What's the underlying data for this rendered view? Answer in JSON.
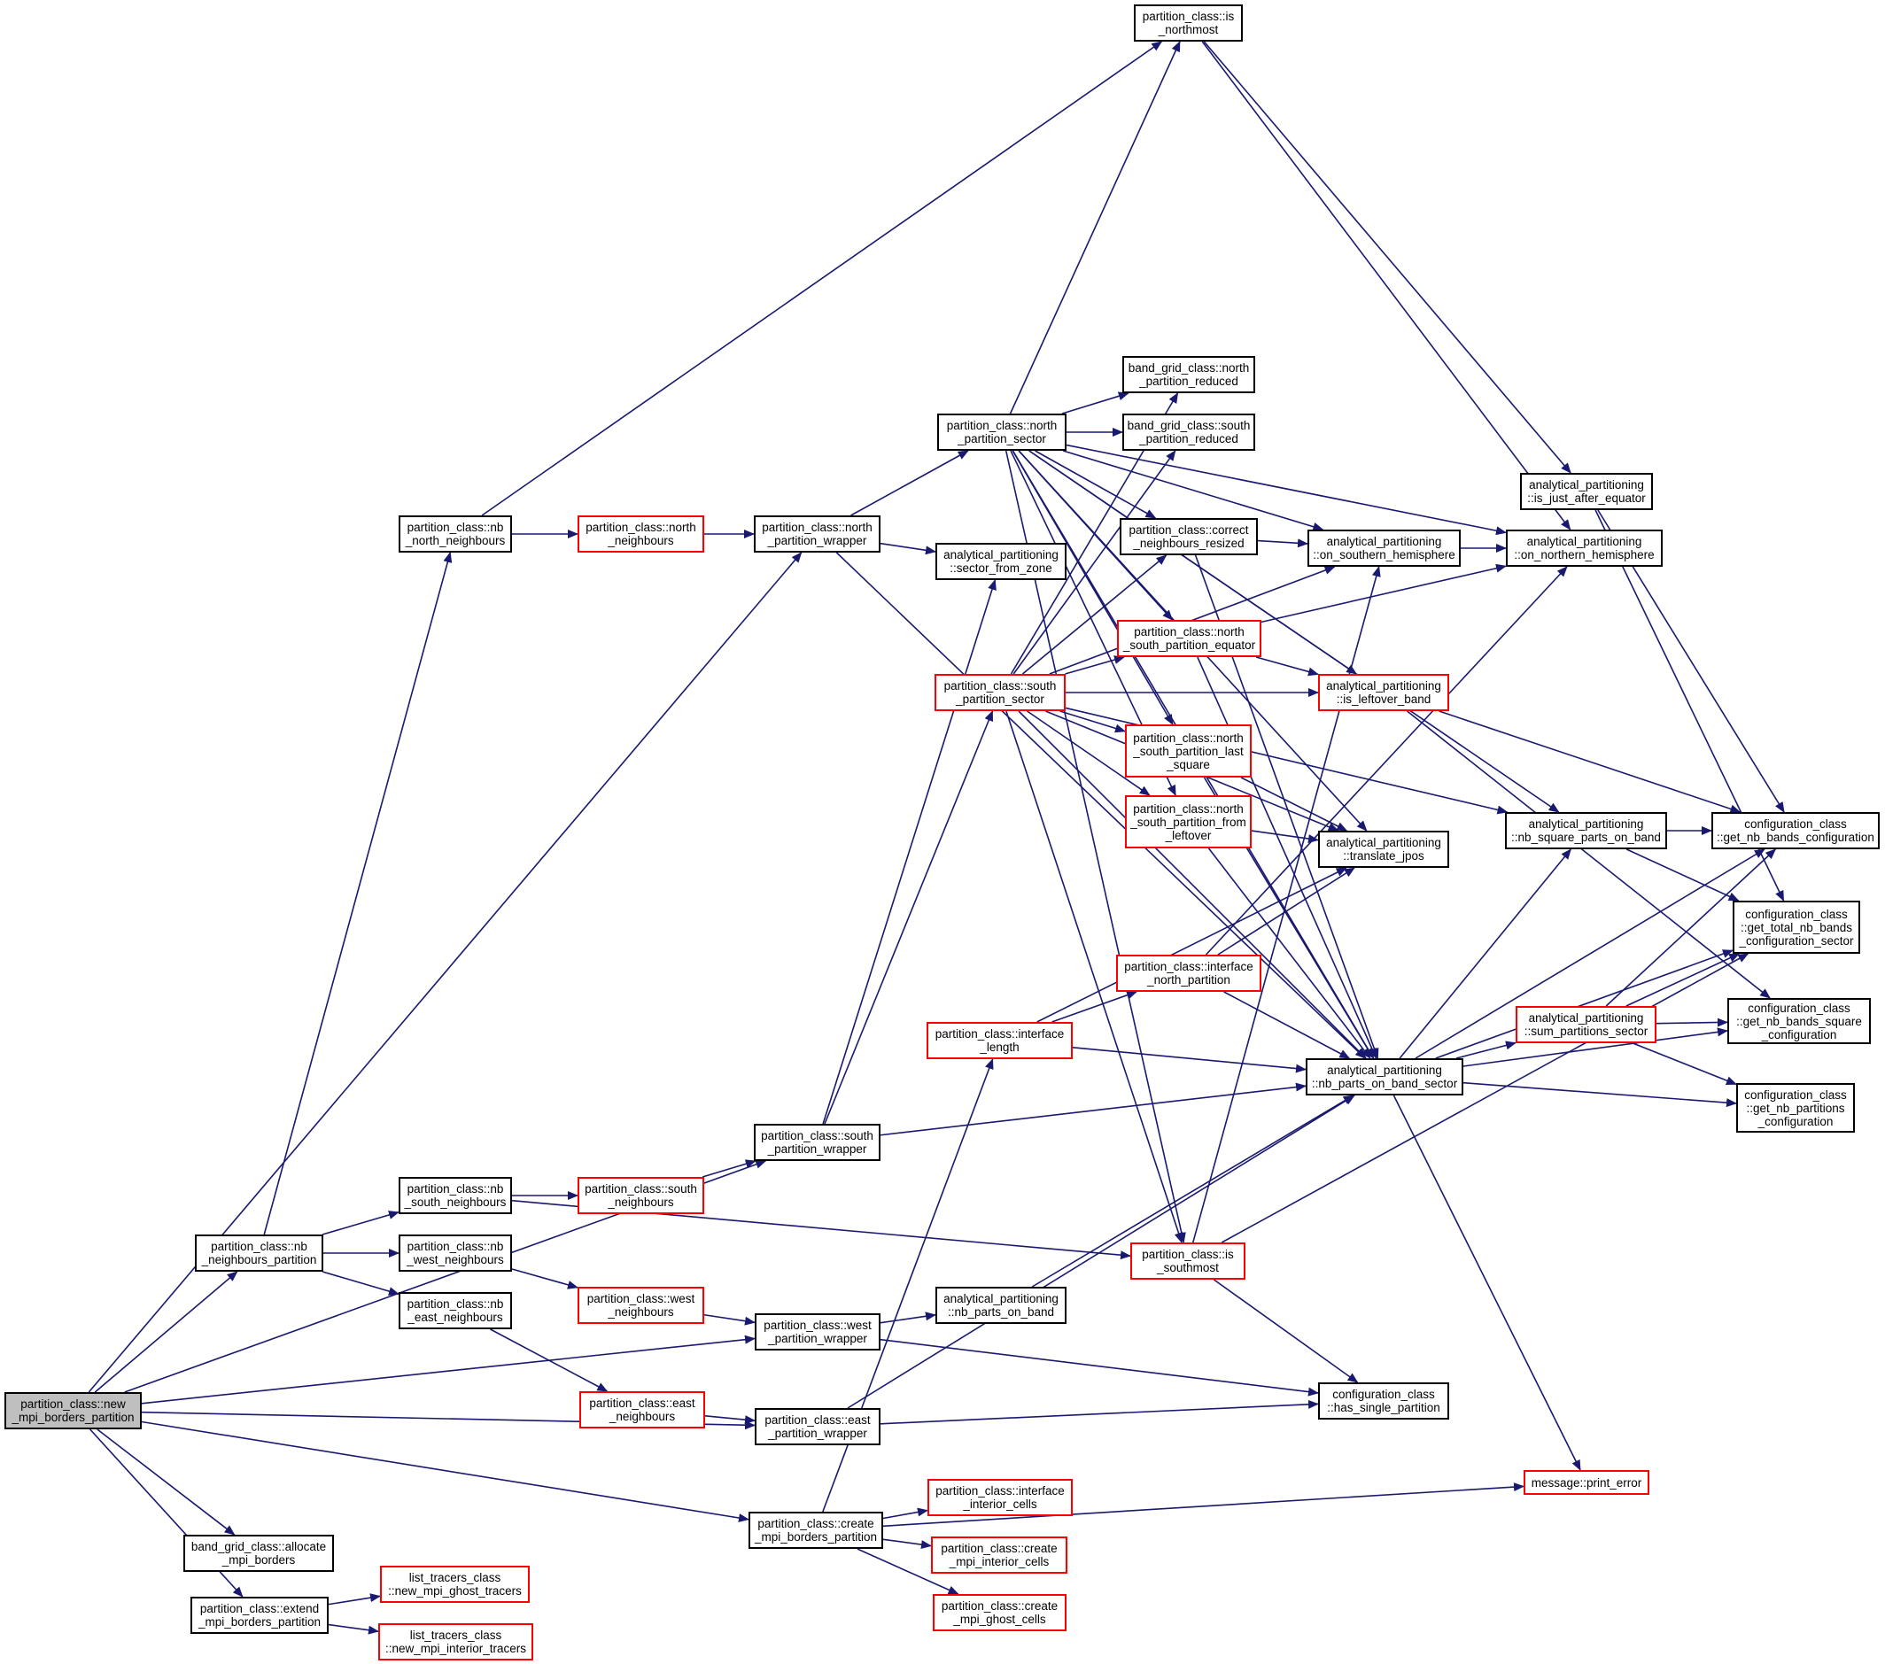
{
  "diagram": {
    "colors": {
      "edge": "#191970",
      "node_border": "#000000",
      "incomplete_border": "#ff0000",
      "root_fill": "#bfbfbf"
    },
    "nodes": [
      {
        "id": "root",
        "label": "partition_class::new\n_mpi_borders_partition",
        "style": "root"
      },
      {
        "id": "is_northmost",
        "label": "partition_class::is\n_northmost",
        "style": "black"
      },
      {
        "id": "band_north_red",
        "label": "band_grid_class::north\n_partition_reduced",
        "style": "black"
      },
      {
        "id": "north_sector",
        "label": "partition_class::north\n_partition_sector",
        "style": "black"
      },
      {
        "id": "band_south_red",
        "label": "band_grid_class::south\n_partition_reduced",
        "style": "black"
      },
      {
        "id": "is_just_after_eq",
        "label": "analytical_partitioning\n::is_just_after_equator",
        "style": "black"
      },
      {
        "id": "nb_north",
        "label": "partition_class::nb\n_north_neighbours",
        "style": "black"
      },
      {
        "id": "north_neigh",
        "label": "partition_class::north\n_neighbours",
        "style": "red"
      },
      {
        "id": "north_wrapper",
        "label": "partition_class::north\n_partition_wrapper",
        "style": "black"
      },
      {
        "id": "correct_neigh",
        "label": "partition_class::correct\n_neighbours_resized",
        "style": "black"
      },
      {
        "id": "on_southern",
        "label": "analytical_partitioning\n::on_southern_hemisphere",
        "style": "black"
      },
      {
        "id": "on_northern",
        "label": "analytical_partitioning\n::on_northern_hemisphere",
        "style": "black"
      },
      {
        "id": "sector_from_zone",
        "label": "analytical_partitioning\n::sector_from_zone",
        "style": "black"
      },
      {
        "id": "ns_equator",
        "label": "partition_class::north\n_south_partition_equator",
        "style": "red"
      },
      {
        "id": "south_sector",
        "label": "partition_class::south\n_partition_sector",
        "style": "red"
      },
      {
        "id": "is_leftover",
        "label": "analytical_partitioning\n::is_leftover_band",
        "style": "red"
      },
      {
        "id": "ns_last_square",
        "label": "partition_class::north\n_south_partition_last\n_square",
        "style": "red"
      },
      {
        "id": "nb_square_parts",
        "label": "analytical_partitioning\n::nb_square_parts_on_band",
        "style": "black"
      },
      {
        "id": "get_nb_bands",
        "label": "configuration_class\n::get_nb_bands_configuration",
        "style": "black"
      },
      {
        "id": "ns_from_leftover",
        "label": "partition_class::north\n_south_partition_from\n_leftover",
        "style": "red"
      },
      {
        "id": "translate_jpos",
        "label": "analytical_partitioning\n::translate_jpos",
        "style": "black"
      },
      {
        "id": "get_total_nb_bands",
        "label": "configuration_class\n::get_total_nb_bands\n_configuration_sector",
        "style": "black"
      },
      {
        "id": "interface_north",
        "label": "partition_class::interface\n_north_partition",
        "style": "red"
      },
      {
        "id": "interface_length",
        "label": "partition_class::interface\n_length",
        "style": "red"
      },
      {
        "id": "sum_partitions",
        "label": "analytical_partitioning\n::sum_partitions_sector",
        "style": "red"
      },
      {
        "id": "get_nb_bands_square",
        "label": "configuration_class\n::get_nb_bands_square\n_configuration",
        "style": "black"
      },
      {
        "id": "nb_parts_on_band_sector",
        "label": "analytical_partitioning\n::nb_parts_on_band_sector",
        "style": "black"
      },
      {
        "id": "get_nb_partitions",
        "label": "configuration_class\n::get_nb_partitions\n_configuration",
        "style": "black"
      },
      {
        "id": "south_wrapper",
        "label": "partition_class::south\n_partition_wrapper",
        "style": "black"
      },
      {
        "id": "nb_south",
        "label": "partition_class::nb\n_south_neighbours",
        "style": "black"
      },
      {
        "id": "south_neigh",
        "label": "partition_class::south\n_neighbours",
        "style": "red"
      },
      {
        "id": "nb_neigh_partition",
        "label": "partition_class::nb\n_neighbours_partition",
        "style": "black"
      },
      {
        "id": "nb_west",
        "label": "partition_class::nb\n_west_neighbours",
        "style": "black"
      },
      {
        "id": "is_southmost",
        "label": "partition_class::is\n_southmost",
        "style": "red"
      },
      {
        "id": "nb_east",
        "label": "partition_class::nb\n_east_neighbours",
        "style": "black"
      },
      {
        "id": "west_neigh",
        "label": "partition_class::west\n_neighbours",
        "style": "red"
      },
      {
        "id": "nb_parts_on_band",
        "label": "analytical_partitioning\n::nb_parts_on_band",
        "style": "black"
      },
      {
        "id": "west_wrapper",
        "label": "partition_class::west\n_partition_wrapper",
        "style": "black"
      },
      {
        "id": "east_neigh",
        "label": "partition_class::east\n_neighbours",
        "style": "red"
      },
      {
        "id": "has_single",
        "label": "configuration_class\n::has_single_partition",
        "style": "black"
      },
      {
        "id": "east_wrapper",
        "label": "partition_class::east\n_partition_wrapper",
        "style": "black"
      },
      {
        "id": "print_error",
        "label": "message::print_error",
        "style": "red"
      },
      {
        "id": "interface_interior",
        "label": "partition_class::interface\n_interior_cells",
        "style": "red"
      },
      {
        "id": "create_mpi_borders",
        "label": "partition_class::create\n_mpi_borders_partition",
        "style": "black"
      },
      {
        "id": "band_allocate",
        "label": "band_grid_class::allocate\n_mpi_borders",
        "style": "black"
      },
      {
        "id": "create_interior",
        "label": "partition_class::create\n_mpi_interior_cells",
        "style": "red"
      },
      {
        "id": "new_ghost_tracers",
        "label": "list_tracers_class\n::new_mpi_ghost_tracers",
        "style": "red"
      },
      {
        "id": "extend_mpi",
        "label": "partition_class::extend\n_mpi_borders_partition",
        "style": "black"
      },
      {
        "id": "create_ghost",
        "label": "partition_class::create\n_mpi_ghost_cells",
        "style": "red"
      },
      {
        "id": "new_interior_tracers",
        "label": "list_tracers_class\n::new_mpi_interior_tracers",
        "style": "red"
      }
    ],
    "edges": [
      [
        "root",
        "nb_neigh_partition"
      ],
      [
        "root",
        "north_wrapper"
      ],
      [
        "root",
        "south_wrapper"
      ],
      [
        "root",
        "west_wrapper"
      ],
      [
        "root",
        "east_wrapper"
      ],
      [
        "root",
        "create_mpi_borders"
      ],
      [
        "root",
        "band_allocate"
      ],
      [
        "root",
        "extend_mpi"
      ],
      [
        "nb_neigh_partition",
        "nb_north"
      ],
      [
        "nb_neigh_partition",
        "nb_south"
      ],
      [
        "nb_neigh_partition",
        "nb_west"
      ],
      [
        "nb_neigh_partition",
        "nb_east"
      ],
      [
        "nb_north",
        "north_neigh"
      ],
      [
        "nb_north",
        "is_northmost"
      ],
      [
        "north_neigh",
        "north_wrapper"
      ],
      [
        "north_wrapper",
        "north_sector"
      ],
      [
        "north_wrapper",
        "sector_from_zone"
      ],
      [
        "north_wrapper",
        "nb_parts_on_band_sector"
      ],
      [
        "nb_south",
        "south_neigh"
      ],
      [
        "nb_south",
        "is_southmost"
      ],
      [
        "south_neigh",
        "south_wrapper"
      ],
      [
        "south_wrapper",
        "south_sector"
      ],
      [
        "south_wrapper",
        "sector_from_zone"
      ],
      [
        "south_wrapper",
        "nb_parts_on_band_sector"
      ],
      [
        "nb_west",
        "west_neigh"
      ],
      [
        "west_neigh",
        "west_wrapper"
      ],
      [
        "west_wrapper",
        "nb_parts_on_band"
      ],
      [
        "west_wrapper",
        "has_single"
      ],
      [
        "nb_east",
        "east_neigh"
      ],
      [
        "east_neigh",
        "east_wrapper"
      ],
      [
        "east_wrapper",
        "nb_parts_on_band_sector"
      ],
      [
        "east_wrapper",
        "has_single"
      ],
      [
        "north_sector",
        "is_northmost"
      ],
      [
        "north_sector",
        "band_north_red"
      ],
      [
        "north_sector",
        "band_south_red"
      ],
      [
        "north_sector",
        "correct_neigh"
      ],
      [
        "north_sector",
        "ns_equator"
      ],
      [
        "north_sector",
        "ns_last_square"
      ],
      [
        "north_sector",
        "ns_from_leftover"
      ],
      [
        "north_sector",
        "on_southern"
      ],
      [
        "north_sector",
        "on_northern"
      ],
      [
        "north_sector",
        "is_leftover"
      ],
      [
        "north_sector",
        "translate_jpos"
      ],
      [
        "north_sector",
        "nb_square_parts"
      ],
      [
        "north_sector",
        "nb_parts_on_band_sector"
      ],
      [
        "north_sector",
        "is_southmost"
      ],
      [
        "south_sector",
        "band_north_red"
      ],
      [
        "south_sector",
        "band_south_red"
      ],
      [
        "south_sector",
        "correct_neigh"
      ],
      [
        "south_sector",
        "ns_equator"
      ],
      [
        "south_sector",
        "is_leftover"
      ],
      [
        "south_sector",
        "ns_last_square"
      ],
      [
        "south_sector",
        "ns_from_leftover"
      ],
      [
        "south_sector",
        "on_southern"
      ],
      [
        "south_sector",
        "translate_jpos"
      ],
      [
        "south_sector",
        "nb_parts_on_band_sector"
      ],
      [
        "south_sector",
        "is_southmost"
      ],
      [
        "south_sector",
        "nb_square_parts"
      ],
      [
        "correct_neigh",
        "on_southern"
      ],
      [
        "correct_neigh",
        "nb_parts_on_band_sector"
      ],
      [
        "ns_equator",
        "on_northern"
      ],
      [
        "ns_equator",
        "is_leftover"
      ],
      [
        "ns_equator",
        "nb_parts_on_band_sector"
      ],
      [
        "ns_last_square",
        "translate_jpos"
      ],
      [
        "ns_last_square",
        "nb_parts_on_band_sector"
      ],
      [
        "ns_from_leftover",
        "translate_jpos"
      ],
      [
        "ns_from_leftover",
        "nb_parts_on_band_sector"
      ],
      [
        "is_leftover",
        "get_nb_bands"
      ],
      [
        "is_leftover",
        "get_nb_bands_square"
      ],
      [
        "on_southern",
        "on_northern"
      ],
      [
        "is_northmost",
        "on_northern"
      ],
      [
        "is_northmost",
        "is_just_after_eq"
      ],
      [
        "is_just_after_eq",
        "get_nb_bands"
      ],
      [
        "is_just_after_eq",
        "get_total_nb_bands"
      ],
      [
        "nb_square_parts",
        "get_nb_bands"
      ],
      [
        "nb_square_parts",
        "get_total_nb_bands"
      ],
      [
        "nb_parts_on_band_sector",
        "nb_square_parts"
      ],
      [
        "nb_parts_on_band_sector",
        "sum_partitions"
      ],
      [
        "nb_parts_on_band_sector",
        "get_nb_bands"
      ],
      [
        "nb_parts_on_band_sector",
        "get_total_nb_bands"
      ],
      [
        "nb_parts_on_band_sector",
        "get_nb_bands_square"
      ],
      [
        "nb_parts_on_band_sector",
        "get_nb_partitions"
      ],
      [
        "nb_parts_on_band_sector",
        "print_error"
      ],
      [
        "sum_partitions",
        "get_nb_bands"
      ],
      [
        "sum_partitions",
        "get_total_nb_bands"
      ],
      [
        "sum_partitions",
        "get_nb_bands_square"
      ],
      [
        "sum_partitions",
        "get_nb_partitions"
      ],
      [
        "interface_length",
        "interface_north"
      ],
      [
        "interface_length",
        "translate_jpos"
      ],
      [
        "interface_length",
        "nb_parts_on_band_sector"
      ],
      [
        "interface_north",
        "translate_jpos"
      ],
      [
        "interface_north",
        "on_northern"
      ],
      [
        "interface_north",
        "nb_parts_on_band_sector"
      ],
      [
        "is_southmost",
        "on_southern"
      ],
      [
        "is_southmost",
        "has_single"
      ],
      [
        "is_southmost",
        "get_total_nb_bands"
      ],
      [
        "nb_parts_on_band",
        "nb_parts_on_band_sector"
      ],
      [
        "create_mpi_borders",
        "interface_length"
      ],
      [
        "create_mpi_borders",
        "interface_interior"
      ],
      [
        "create_mpi_borders",
        "create_interior"
      ],
      [
        "create_mpi_borders",
        "create_ghost"
      ],
      [
        "create_mpi_borders",
        "print_error"
      ],
      [
        "extend_mpi",
        "new_ghost_tracers"
      ],
      [
        "extend_mpi",
        "new_interior_tracers"
      ]
    ]
  }
}
